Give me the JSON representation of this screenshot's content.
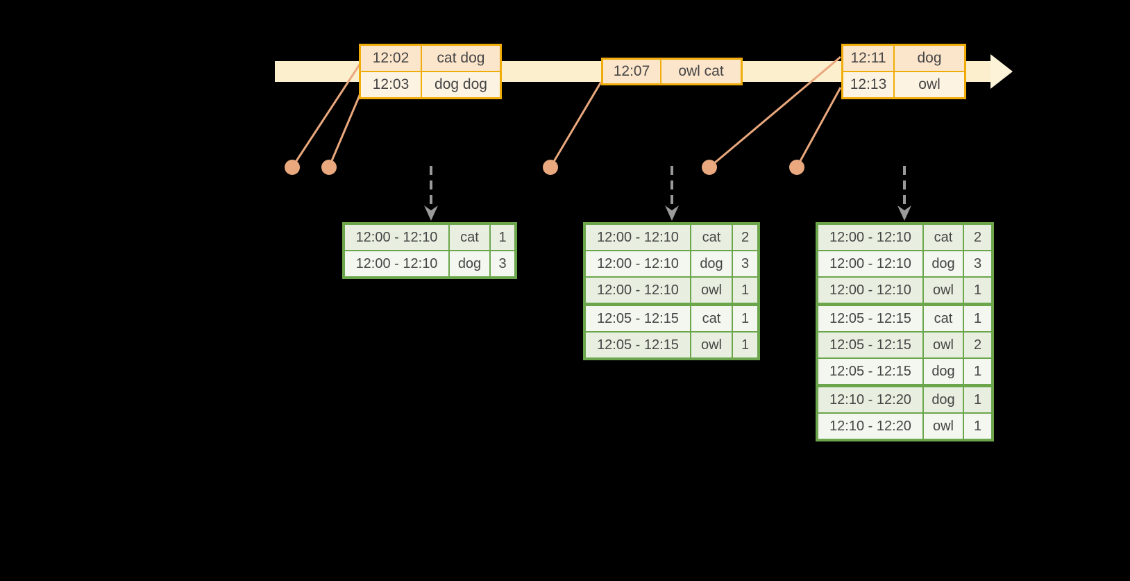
{
  "colors": {
    "background": "#000000",
    "timeline_fill": "#fcefcd",
    "event_table_border": "#f0ad0a",
    "event_row_dark": "#fbe5cb",
    "event_row_light": "#fdf3e3",
    "connector_salmon": "#e9a87d",
    "dashed_arrow_gray": "#9a9a9a",
    "result_table_border": "#6ba64c",
    "result_row_dark": "#e8efe0",
    "result_row_light": "#f3f7ef",
    "text": "#454545"
  },
  "event_tables": [
    {
      "rows": [
        {
          "time": "12:02",
          "words": "cat dog"
        },
        {
          "time": "12:03",
          "words": "dog dog"
        }
      ]
    },
    {
      "rows": [
        {
          "time": "12:07",
          "words": "owl cat"
        }
      ]
    },
    {
      "rows": [
        {
          "time": "12:11",
          "words": "dog"
        },
        {
          "time": "12:13",
          "words": "owl"
        }
      ]
    }
  ],
  "result_tables": [
    {
      "rows": [
        {
          "window": "12:00 - 12:10",
          "word": "cat",
          "count": "1"
        },
        {
          "window": "12:00 - 12:10",
          "word": "dog",
          "count": "3"
        }
      ]
    },
    {
      "rows": [
        {
          "window": "12:00 - 12:10",
          "word": "cat",
          "count": "2"
        },
        {
          "window": "12:00 - 12:10",
          "word": "dog",
          "count": "3"
        },
        {
          "window": "12:00 - 12:10",
          "word": "owl",
          "count": "1"
        },
        {
          "window": "12:05 - 12:15",
          "word": "cat",
          "count": "1"
        },
        {
          "window": "12:05 - 12:15",
          "word": "owl",
          "count": "1"
        }
      ]
    },
    {
      "rows": [
        {
          "window": "12:00 - 12:10",
          "word": "cat",
          "count": "2"
        },
        {
          "window": "12:00 - 12:10",
          "word": "dog",
          "count": "3"
        },
        {
          "window": "12:00 - 12:10",
          "word": "owl",
          "count": "1"
        },
        {
          "window": "12:05 - 12:15",
          "word": "cat",
          "count": "1"
        },
        {
          "window": "12:05 - 12:15",
          "word": "owl",
          "count": "2"
        },
        {
          "window": "12:05 - 12:15",
          "word": "dog",
          "count": "1"
        },
        {
          "window": "12:10 - 12:20",
          "word": "dog",
          "count": "1"
        },
        {
          "window": "12:10 - 12:20",
          "word": "owl",
          "count": "1"
        }
      ]
    }
  ]
}
